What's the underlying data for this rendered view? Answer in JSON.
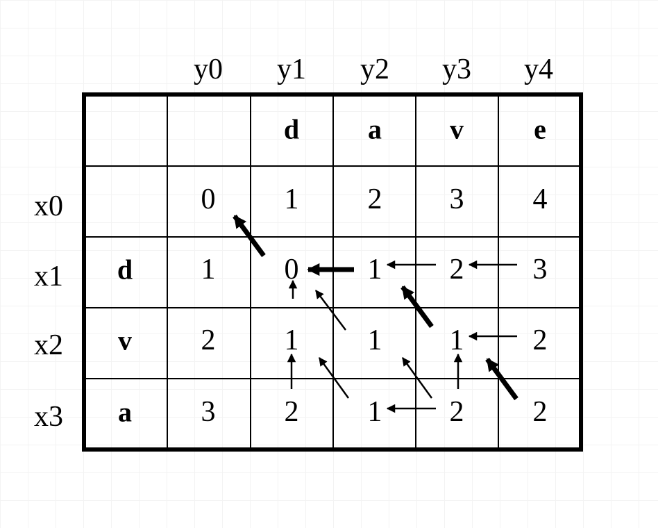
{
  "column_labels": [
    "y0",
    "y1",
    "y2",
    "y3",
    "y4"
  ],
  "row_labels": [
    "x0",
    "x1",
    "x2",
    "x3"
  ],
  "string_top": [
    "d",
    "a",
    "v",
    "e"
  ],
  "string_left": [
    "d",
    "v",
    "a"
  ],
  "matrix": [
    [
      "0",
      "1",
      "2",
      "3",
      "4"
    ],
    [
      "1",
      "0",
      "1",
      "2",
      "3"
    ],
    [
      "2",
      "1",
      "1",
      "1",
      "2"
    ],
    [
      "3",
      "2",
      "1",
      "2",
      "2"
    ]
  ],
  "colors": {
    "grid": "#000000",
    "text": "#000000",
    "background": "#ffffff"
  }
}
